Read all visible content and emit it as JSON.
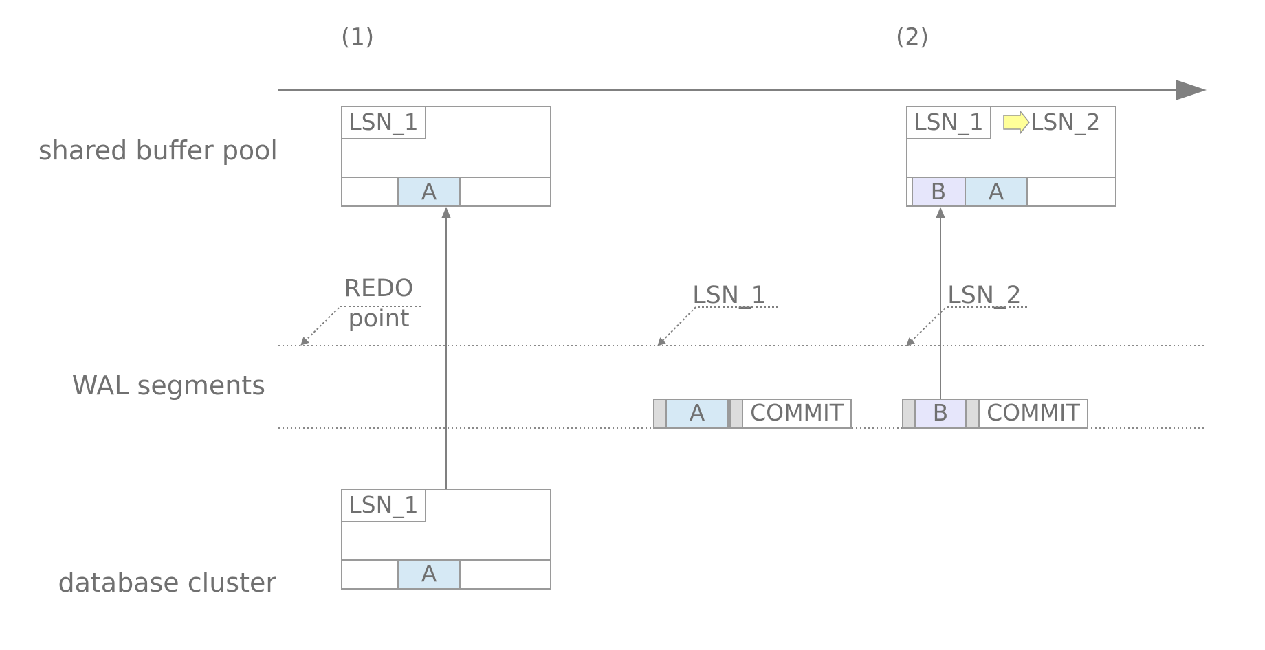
{
  "rows": {
    "buffer_pool": "shared buffer pool",
    "wal": "WAL segments",
    "cluster": "database cluster"
  },
  "steps": {
    "step1": "(1)",
    "step2": "(2)"
  },
  "redo_point": {
    "line1": "REDO",
    "line2": "point"
  },
  "lsn_markers": {
    "lsn1": "LSN_1",
    "lsn2": "LSN_2"
  },
  "buffer_page_1": {
    "lsn": "LSN_1",
    "tuple_a": "A"
  },
  "buffer_page_2": {
    "lsn_old": "LSN_1",
    "lsn_new": "LSN_2",
    "tuple_b": "B",
    "tuple_a": "A"
  },
  "cluster_page": {
    "lsn": "LSN_1",
    "tuple_a": "A"
  },
  "wal_records_1": {
    "record": "A",
    "commit": "COMMIT"
  },
  "wal_records_2": {
    "record": "B",
    "commit": "COMMIT"
  },
  "colors": {
    "line": "#808080",
    "box_stroke": "#9a9a9a",
    "tuple_a_fill": "#d6e9f5",
    "tuple_b_fill": "#e6e6fb",
    "header_fill": "#dcdcdc",
    "update_arrow_fill": "#ffff99",
    "text": "#707070"
  }
}
